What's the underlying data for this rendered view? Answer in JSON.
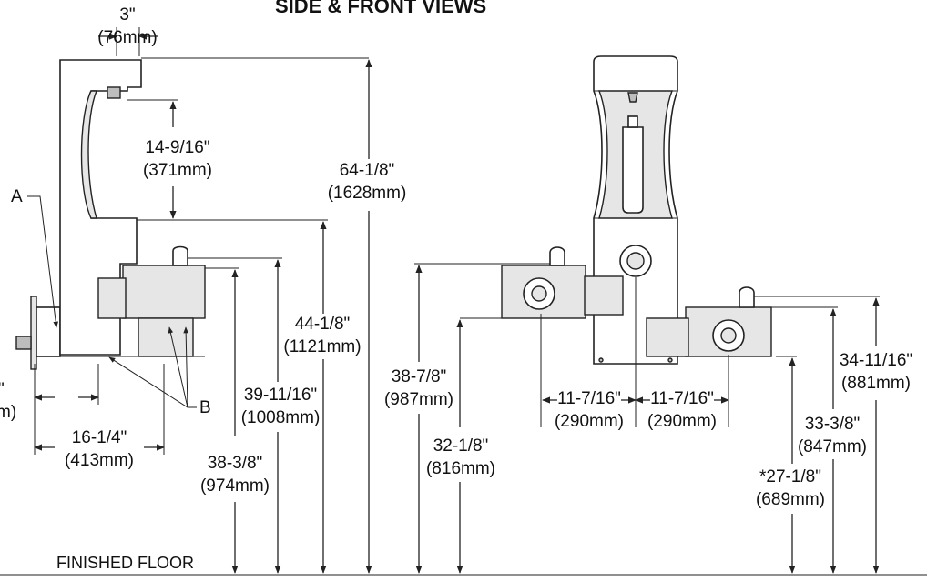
{
  "title": "SIDE & FRONT VIEWS",
  "floor_label": "FINISHED FLOOR",
  "callouts": {
    "a": "A",
    "b": "B"
  },
  "side_view": {
    "spout_offset": {
      "imperial": "3\"",
      "metric": "(76mm)"
    },
    "spout_drop": {
      "imperial": "14-9/16\"",
      "metric": "(371mm)"
    },
    "overall_height": {
      "imperial": "64-1/8\"",
      "metric": "(1628mm)"
    },
    "tower_base_height": {
      "imperial": "44-1/8\"",
      "metric": "(1121mm)"
    },
    "upper_bubbler_height": {
      "imperial": "39-11/16\"",
      "metric": "(1008mm)"
    },
    "upper_bowl_height": {
      "imperial": "38-3/8\"",
      "metric": "(974mm)"
    },
    "depth": {
      "imperial": "16-1/4\"",
      "metric": "(413mm)"
    },
    "wall_offset_cut": {
      "imperial": "\"",
      "metric": "m)"
    }
  },
  "front_view": {
    "left_bowl_top": {
      "imperial": "38-7/8\"",
      "metric": "(987mm)"
    },
    "left_bowl_bottom": {
      "imperial": "32-1/8\"",
      "metric": "(816mm)"
    },
    "left_offset": {
      "imperial": "11-7/16\"",
      "metric": "(290mm)"
    },
    "right_offset": {
      "imperial": "11-7/16\"",
      "metric": "(290mm)"
    },
    "right_bubbler_height": {
      "imperial": "34-11/16\"",
      "metric": "(881mm)"
    },
    "right_bowl_top": {
      "imperial": "33-3/8\"",
      "metric": "(847mm)"
    },
    "right_bowl_bottom": {
      "imperial": "*27-1/8\"",
      "metric": "(689mm)"
    }
  }
}
